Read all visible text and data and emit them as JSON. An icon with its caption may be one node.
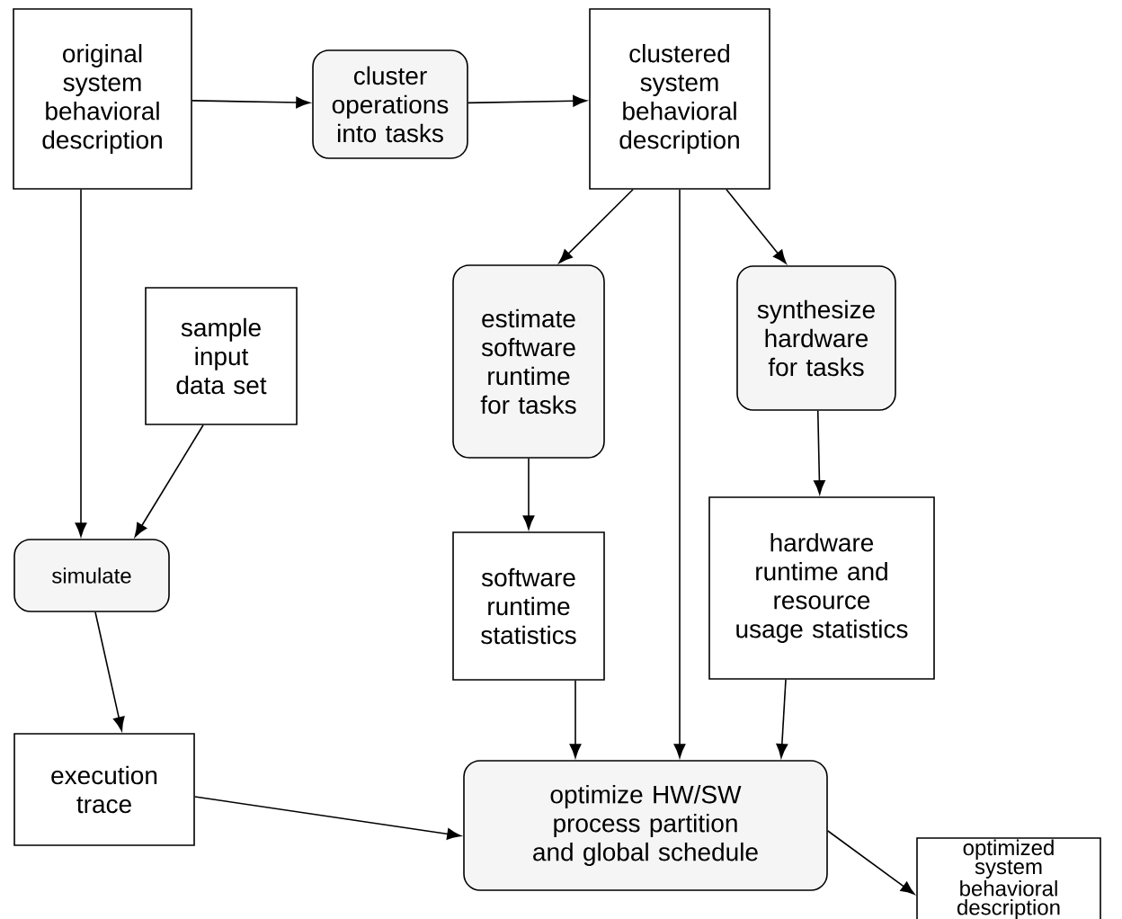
{
  "diagram": {
    "nodes": [
      {
        "text": [
          "original system behavioral description"
        ]
      },
      {
        "text": [
          "cluster operations into tasks"
        ]
      },
      {
        "text": [
          "clustered system behavioral description"
        ]
      },
      {
        "text": [
          "sample input data set"
        ]
      },
      {
        "text": [
          "estimate software runtime for tasks"
        ]
      },
      {
        "text": [
          "synthesize hardware for tasks"
        ]
      },
      {
        "text": [
          "simulate"
        ]
      },
      {
        "text": [
          "software runtime statistics"
        ]
      },
      {
        "text": [
          "hardware runtime and resource usage statistics"
        ]
      },
      {
        "text": [
          "execution trace"
        ]
      },
      {
        "text": [
          "optimize HW/SW process partition and global schedule"
        ]
      },
      {
        "text": [
          "optimized system behavioral description"
        ]
      }
    ],
    "edges": [
      {
        "from": 0,
        "to": 1,
        "arrow": "to"
      },
      {
        "from": 1,
        "to": 2,
        "arrow": "to"
      },
      {
        "from": 2,
        "to": 4,
        "arrow": "to"
      },
      {
        "from": 2,
        "to": 5,
        "arrow": "to"
      },
      {
        "from": 2,
        "to": 10,
        "arrow": "to"
      },
      {
        "from": 0,
        "to": 6,
        "arrow": "to"
      },
      {
        "from": 3,
        "to": 6,
        "arrow": "to"
      },
      {
        "from": 6,
        "to": 9,
        "arrow": "to"
      },
      {
        "from": 4,
        "to": 7,
        "arrow": "to"
      },
      {
        "from": 5,
        "to": 8,
        "arrow": "to"
      },
      {
        "from": 7,
        "to": 10,
        "arrow": "to"
      },
      {
        "from": 8,
        "to": 10,
        "arrow": "to"
      },
      {
        "from": 9,
        "to": 10,
        "arrow": "to"
      },
      {
        "from": 10,
        "to": 11,
        "arrow": "to"
      }
    ]
  }
}
